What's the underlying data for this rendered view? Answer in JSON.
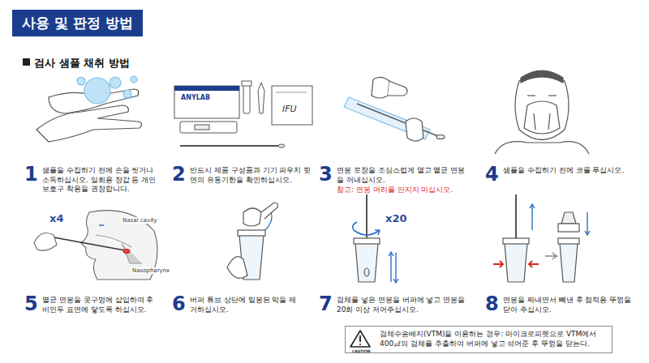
{
  "diagram": {
    "title": "사용 및 판정 방법",
    "nodes": [
      {
        "text": [
          "CAUTION",
          "검체수송배지(VTM)을 이용하는 경우: 마이크로피펫으로 VTM에서 400㎕의 검체를 추출하여 버퍼에 넣고 섞어준 후 뚜껑을 닫는다."
        ]
      }
    ],
    "labels": [
      "검사 샘플 채취 방법",
      "1",
      "샘플을 수집하기 전에 손을 씻거나 소독하십시오. 일회용 장갑 등 개인보호구 착용을 권장합니다.",
      "2",
      "반드시 제품 구성품과 기기 파우치 뒷면의 유통기한을 확인하십시오.",
      "ANYLAB",
      "IFU",
      "3",
      "면봉 포장을 조심스럽게 열고 멸균 면봉을 꺼내십시오.",
      "참고: 면봉 머리를 만지지 마십시오.",
      "4",
      "샘플을 수집하기 전에 코를 푸십시오.",
      "5",
      "멸균 면봉을 콧구멍에 삽입하여 후비인두 표면에 닿도록 하십시오.",
      "x4",
      "Nasal cavity",
      "Nasopharynx",
      "6",
      "버퍼 튜브 상단에 밀봉된 막을 제거하십시오.",
      "7",
      "검체를 넣은 면봉을 버퍼에 넣고 면봉을 20회 이상 저어주십시오.",
      "x20",
      "8",
      "면봉을 짜내면서 빼낸 후 점적용 뚜껑을 닫아 주십시오."
    ]
  }
}
